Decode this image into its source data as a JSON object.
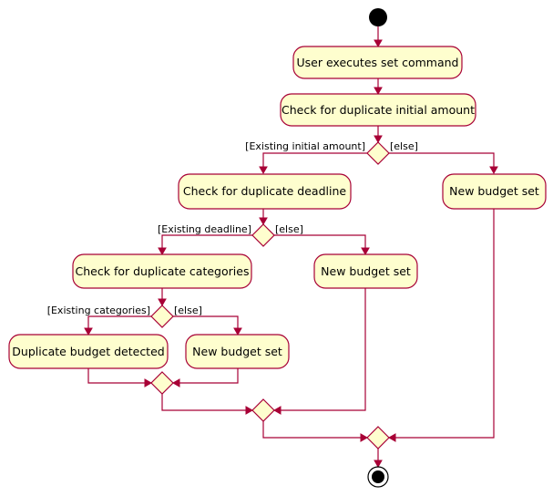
{
  "diagram": {
    "activities": {
      "user_executes": "User executes set command",
      "check_initial_amount": "Check for duplicate initial amount",
      "check_deadline": "Check for duplicate deadline",
      "new_budget_set_1": "New budget set",
      "check_categories": "Check for duplicate categories",
      "new_budget_set_2": "New budget set",
      "duplicate_detected": "Duplicate budget detected",
      "new_budget_set_3": "New budget set"
    },
    "guards": {
      "existing_initial_amount": "[Existing initial amount]",
      "else_1": "[else]",
      "existing_deadline": "[Existing deadline]",
      "else_2": "[else]",
      "existing_categories": "[Existing categories]",
      "else_3": "[else]"
    },
    "colors": {
      "activity_fill": "#fefece",
      "border": "#a80036",
      "start_end": "#000000"
    }
  }
}
